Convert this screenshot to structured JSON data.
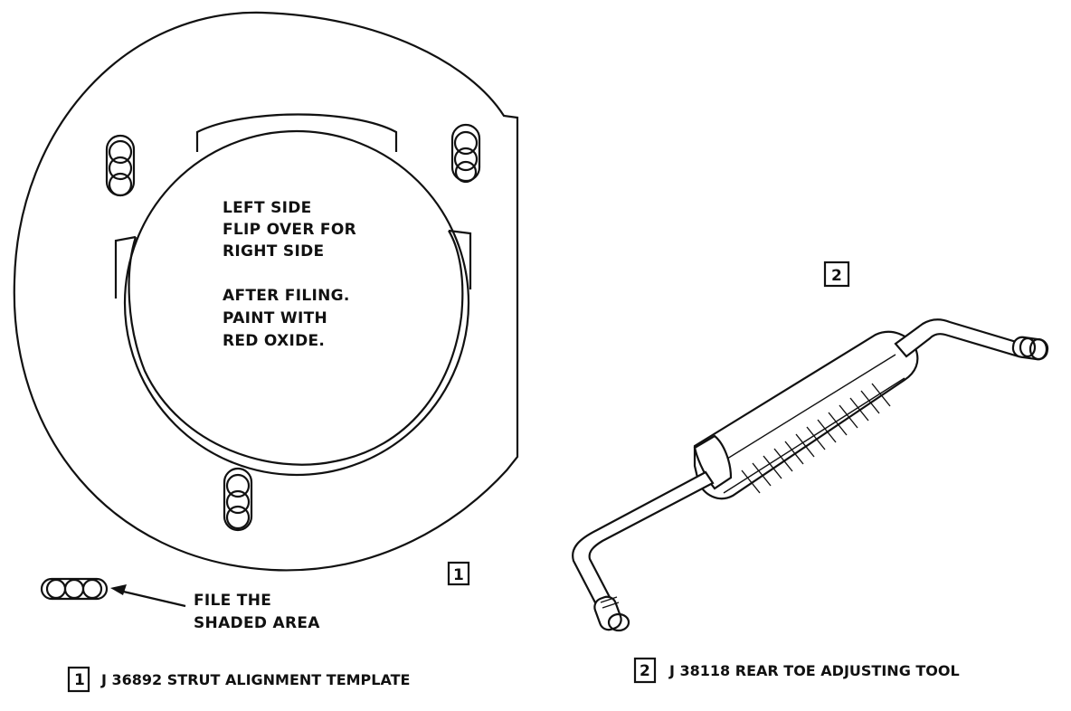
{
  "template": {
    "lines": [
      "LEFT SIDE",
      "FLIP OVER FOR",
      "RIGHT SIDE",
      "AFTER FILING.",
      "PAINT WITH",
      "RED OXIDE."
    ],
    "number": "1"
  },
  "callout": {
    "line1": "FILE THE",
    "line2": "SHADED AREA"
  },
  "tool": {
    "number": "2"
  },
  "captions": [
    {
      "number": "1",
      "text": "J 36892 STRUT ALIGNMENT TEMPLATE"
    },
    {
      "number": "2",
      "text": "J 38118 REAR TOE ADJUSTING TOOL"
    }
  ]
}
